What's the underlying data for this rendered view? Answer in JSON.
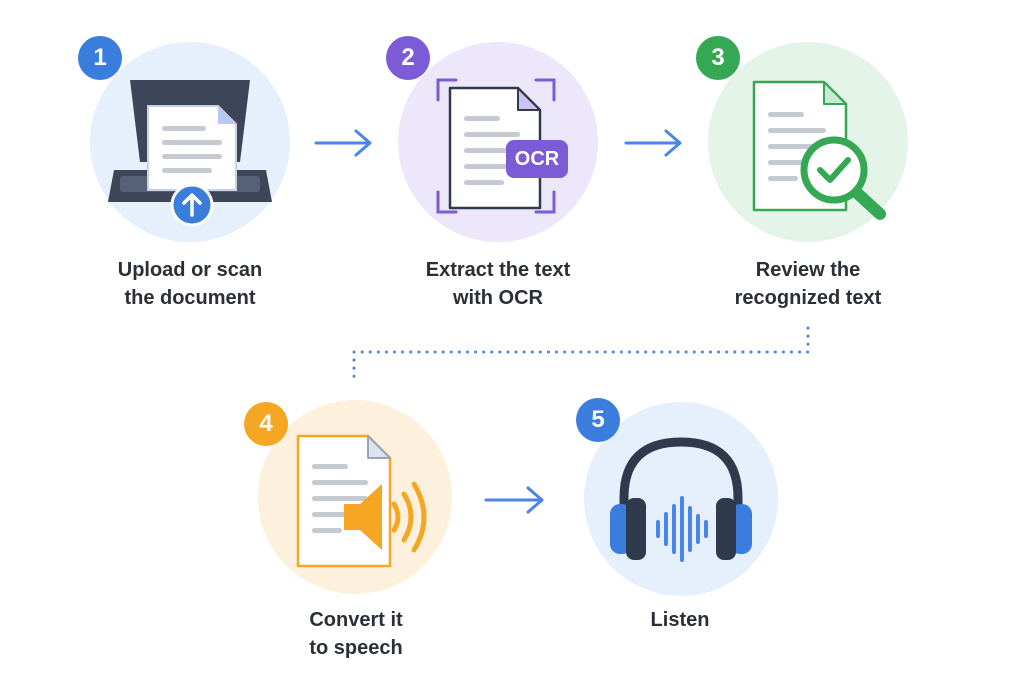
{
  "steps": [
    {
      "number": "1",
      "line1": "Upload or scan",
      "line2": "the document",
      "color": "#3b7ddd"
    },
    {
      "number": "2",
      "line1": "Extract the text",
      "line2": "with OCR",
      "color": "#7b5cd6",
      "tag": "OCR"
    },
    {
      "number": "3",
      "line1": "Review the",
      "line2": "recognized text",
      "color": "#34a853"
    },
    {
      "number": "4",
      "line1": "Convert it",
      "line2": "to speech",
      "color": "#f5a623"
    },
    {
      "number": "5",
      "line1": "Listen",
      "line2": "",
      "color": "#3b7ddd"
    }
  ],
  "colors": {
    "arrow": "#4a86e8",
    "text": "#2b2f36",
    "circle_blue": "#e6effc",
    "circle_purple": "#ece7fa",
    "circle_green": "#e4f4e8",
    "circle_orange": "#fdf0dc"
  }
}
